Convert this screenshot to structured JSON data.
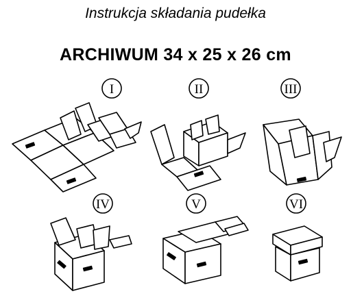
{
  "title": "Instrukcja składania pudełka",
  "subtitle": "ARCHIWUM  34 x 25 x 26 cm",
  "steps": [
    {
      "numeral": "I"
    },
    {
      "numeral": "II"
    },
    {
      "numeral": "III"
    },
    {
      "numeral": "IV"
    },
    {
      "numeral": "V"
    },
    {
      "numeral": "VI"
    }
  ]
}
